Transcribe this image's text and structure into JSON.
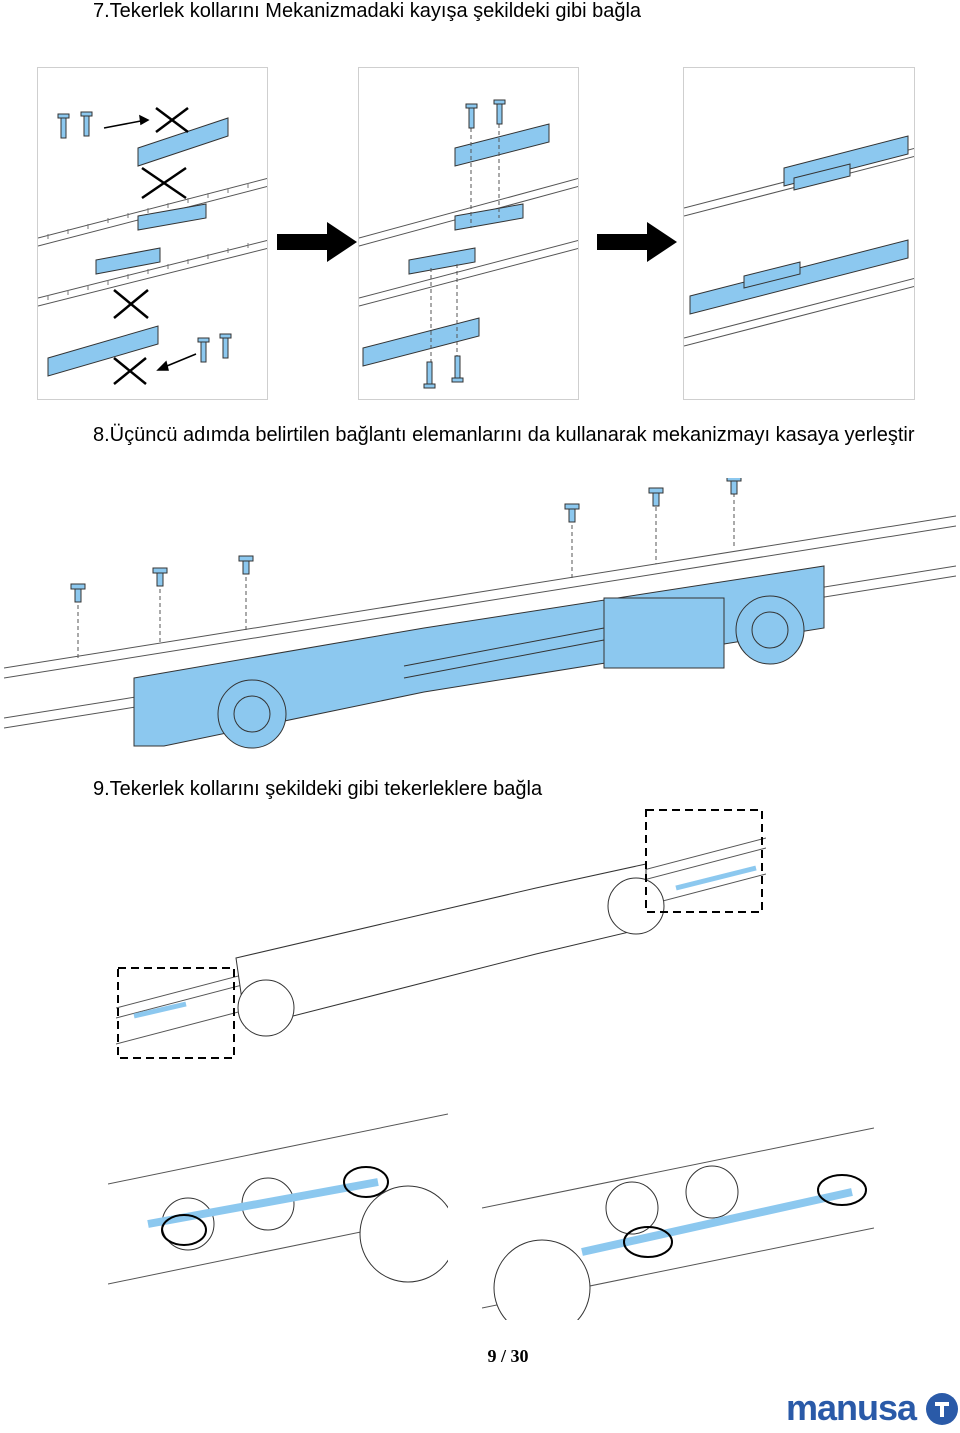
{
  "steps": [
    {
      "text": "7.Tekerlek kollarını Mekanizmadaki kayışa şekildeki gibi bağla"
    },
    {
      "text": "8.Üçüncü adımda belirtilen bağlantı elemanlarını da kullanarak mekanizmayı kasaya yerleştir"
    },
    {
      "text": "9.Tekerlek kollarını şekildeki gibi tekerleklere bağla"
    }
  ],
  "footer": {
    "page_number": "9 / 30",
    "logo_text": "manusa"
  },
  "colors": {
    "part_blue": "#8cc8ef",
    "logo_blue": "#2a5aa8",
    "line": "#333333"
  },
  "icons": [
    "arrow-right-icon",
    "cross-mark-icon",
    "screw-icon",
    "manusa-logo"
  ]
}
